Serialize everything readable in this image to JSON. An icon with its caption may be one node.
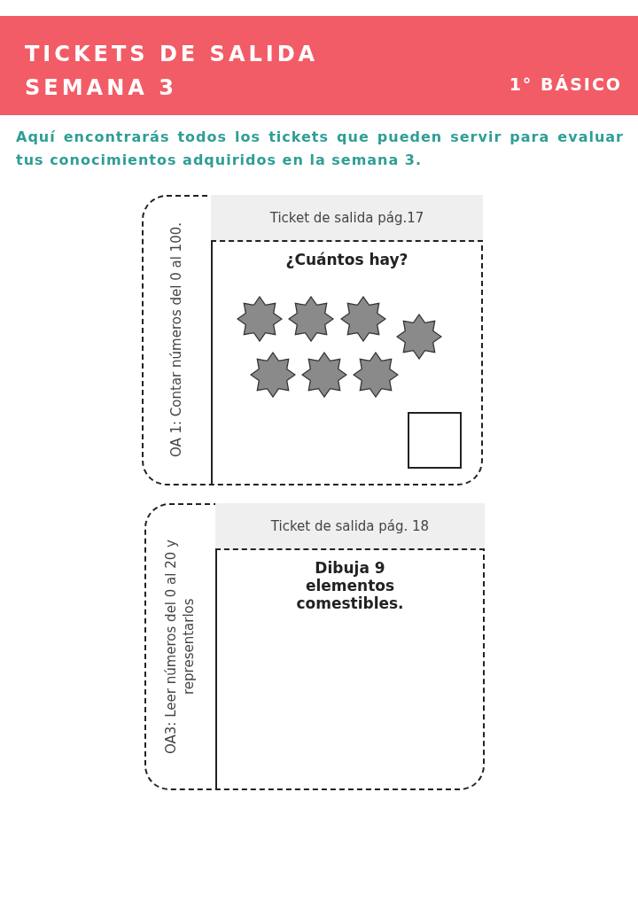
{
  "diagram": {
    "title": "TICKETS DE SALIDA SEMANA 3",
    "nodes": [
      {
        "text": [
          "OA 1: Contar números del 0 al 100."
        ]
      },
      {
        "text": [
          "Ticket de salida pág.17"
        ]
      },
      {
        "text": [
          "¿Cuántos hay?"
        ]
      },
      {
        "text": [],
        "shape": "box",
        "in": 2
      },
      {
        "text": [
          "OA3: Leer números del 0 al 20 y representarlos"
        ]
      },
      {
        "text": [
          "Ticket de salida pág. 18"
        ]
      },
      {
        "text": [
          "Dibuja 9 elementos comestibles."
        ]
      }
    ],
    "edges": [],
    "labels": [
      "1° BÁSICO",
      "Aquí encontrarás todos los tickets que pueden servir para evaluar tus conocimientos adquiridos en la semana 3."
    ]
  }
}
